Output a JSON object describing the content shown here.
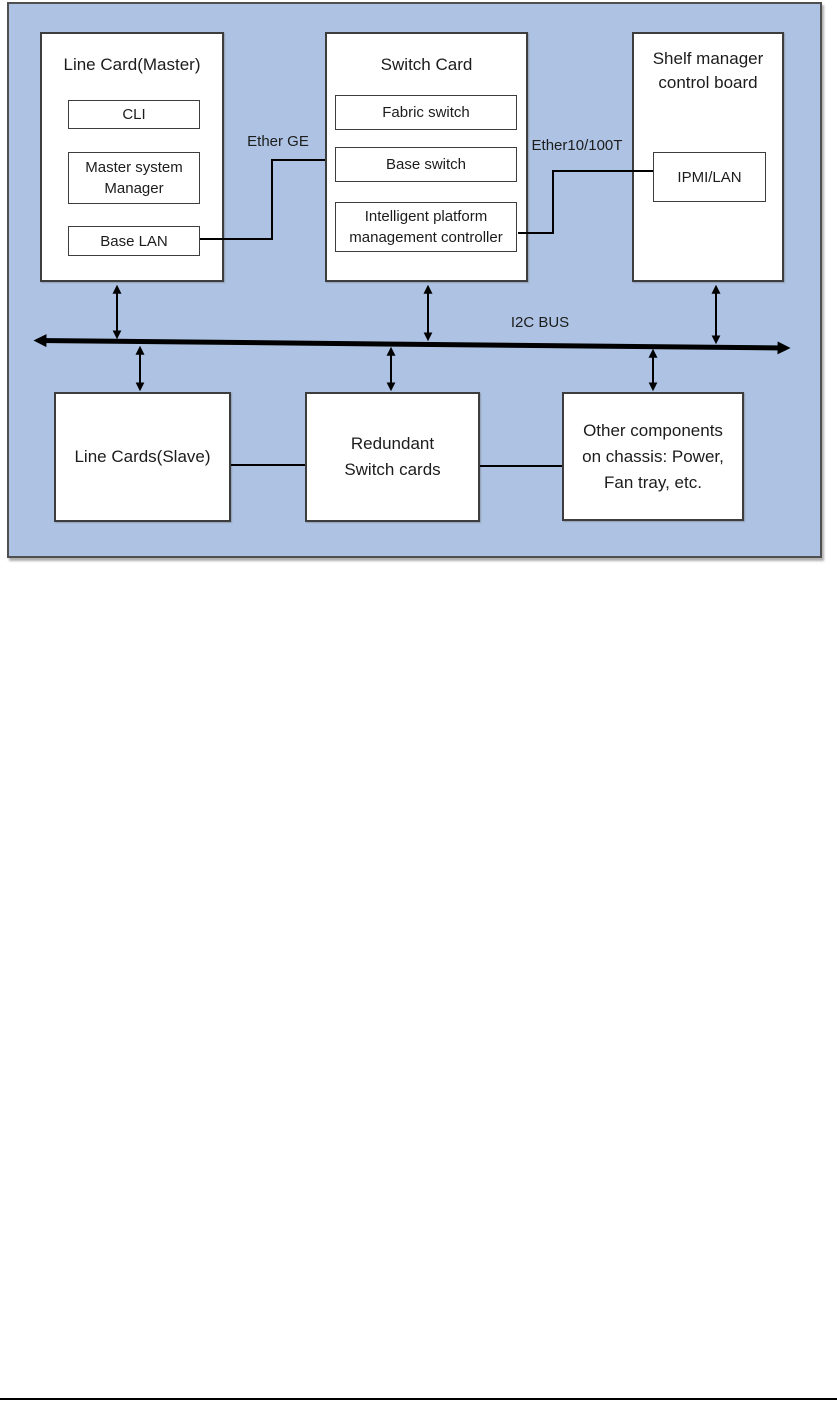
{
  "diagram": {
    "background_color": "#aec3e3",
    "panel_border_color": "#4f4f4f",
    "box_border_color": "#3d3d3d",
    "line_color": "#000000",
    "bus_label": "I2C BUS",
    "link_labels": {
      "ether_ge": "Ether GE",
      "ether_10_100t": "Ether10/100T"
    },
    "top_row": [
      {
        "title_lines": [
          "Line Card(Master)"
        ],
        "modules": [
          [
            "CLI"
          ],
          [
            "Master system",
            "Manager"
          ],
          [
            "Base LAN"
          ]
        ]
      },
      {
        "title_lines": [
          "Switch Card"
        ],
        "modules": [
          [
            "Fabric switch"
          ],
          [
            "Base switch"
          ],
          [
            "Intelligent platform",
            "management controller"
          ]
        ]
      },
      {
        "title_lines": [
          "Shelf manager",
          "control board"
        ],
        "modules": [
          [
            "IPMI/LAN"
          ]
        ]
      }
    ],
    "bottom_row": [
      {
        "lines": [
          "Line Cards(Slave)"
        ]
      },
      {
        "lines": [
          "Redundant",
          "Switch cards"
        ]
      },
      {
        "lines": [
          "Other components",
          "on chassis: Power,",
          "Fan tray, etc."
        ]
      }
    ]
  }
}
